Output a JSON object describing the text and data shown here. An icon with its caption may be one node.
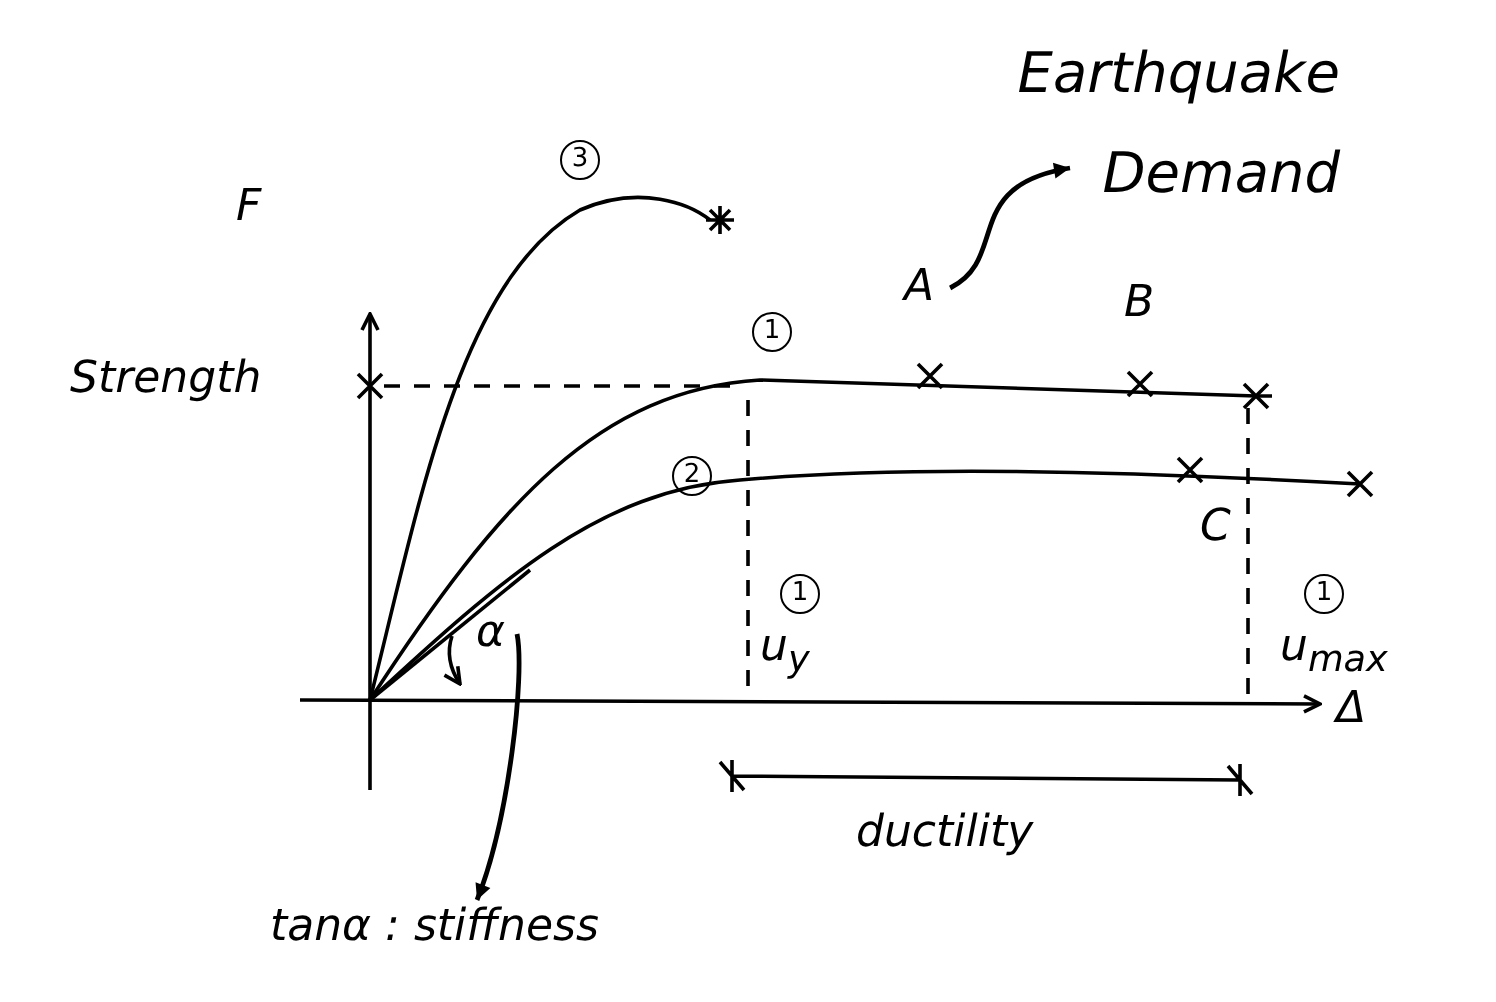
{
  "diagram": {
    "nodes": [
      {
        "text": [
          "Earthquake Demand"
        ]
      },
      {
        "text": [
          "A"
        ]
      },
      {
        "text": [
          "α"
        ]
      },
      {
        "text": [
          "tanα : stiffness"
        ]
      }
    ],
    "edges": [
      {
        "from": 1,
        "to": 0,
        "arrow": "to"
      },
      {
        "from": 2,
        "to": 3,
        "arrow": "to"
      }
    ],
    "labels": [
      "3",
      "F",
      "B",
      "1",
      "Strength",
      "2",
      "C",
      "1",
      "1",
      "u$_{y}$",
      "u$_{max}$",
      "Δ",
      "ductility"
    ]
  }
}
